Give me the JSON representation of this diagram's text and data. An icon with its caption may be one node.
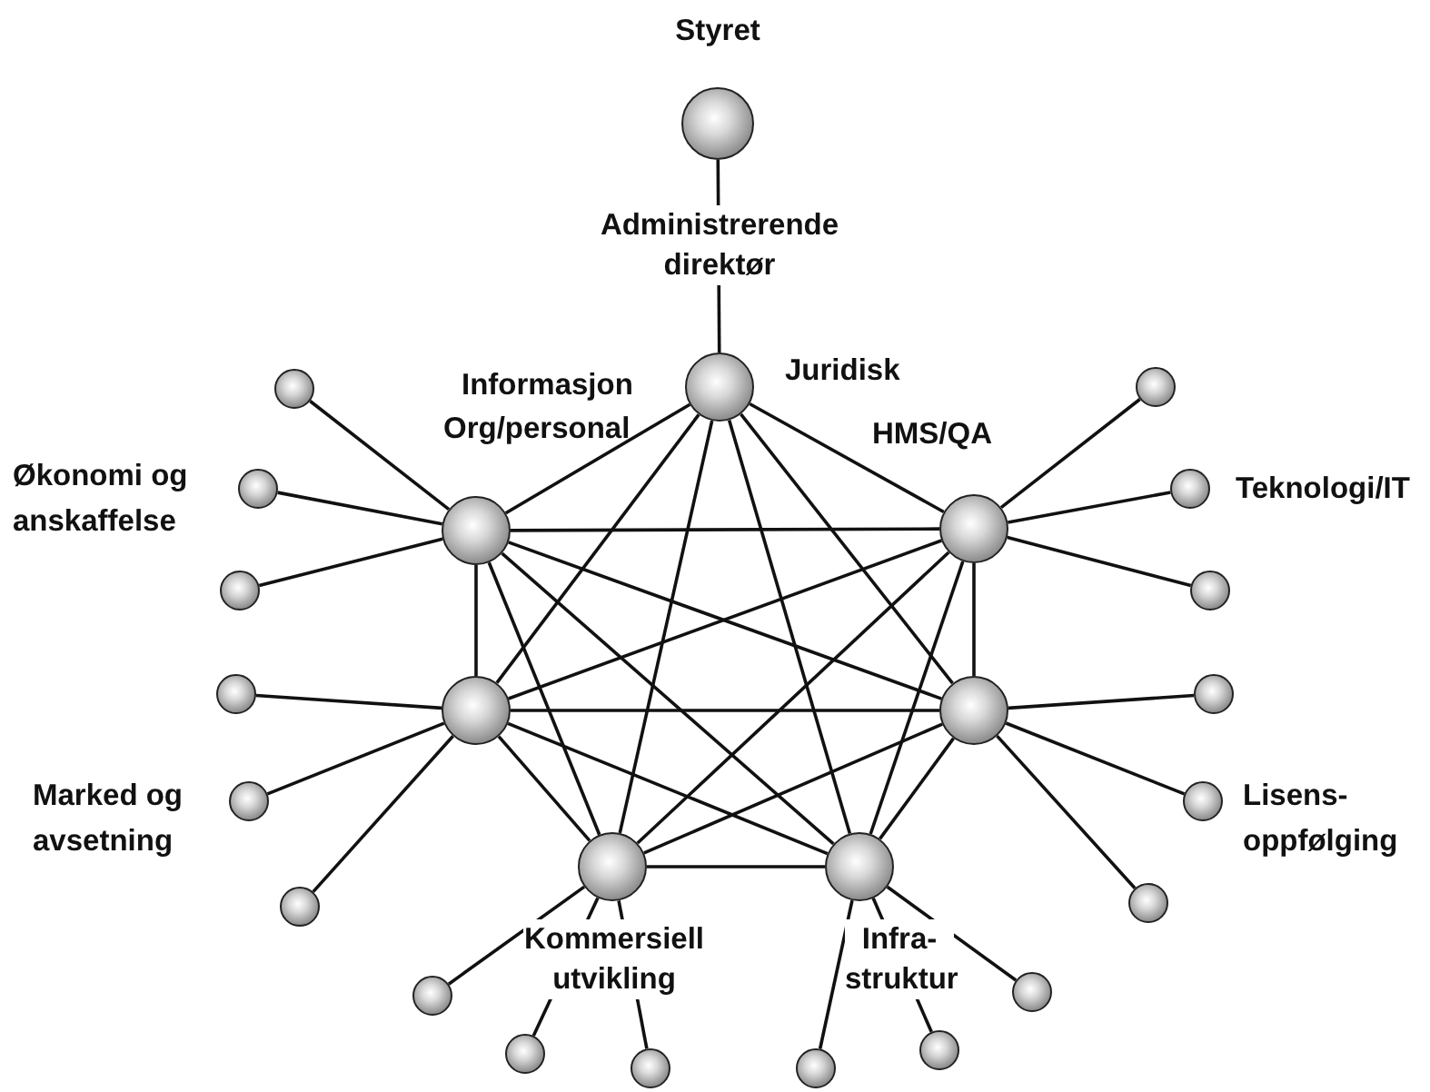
{
  "diagram": {
    "nodes": [
      {
        "text": [],
        "shape": "circle",
        "beside": [
          "Styret"
        ]
      },
      {
        "text": [],
        "shape": "circle",
        "beside": [
          "Administrerende direktør"
        ]
      },
      {
        "text": [],
        "shape": "circle"
      },
      {
        "text": [],
        "shape": "circle"
      },
      {
        "text": [],
        "shape": "circle"
      },
      {
        "text": [],
        "shape": "circle"
      },
      {
        "text": [],
        "shape": "circle",
        "beside": [
          "Kommersiell utvikling"
        ]
      },
      {
        "text": [],
        "shape": "circle",
        "beside": [
          "Infra- struktur"
        ]
      },
      {
        "text": [],
        "shape": "circle"
      },
      {
        "text": [],
        "shape": "circle"
      },
      {
        "text": [],
        "shape": "circle"
      },
      {
        "text": [],
        "shape": "circle"
      },
      {
        "text": [],
        "shape": "circle"
      },
      {
        "text": [],
        "shape": "circle"
      },
      {
        "text": [],
        "shape": "circle"
      },
      {
        "text": [],
        "shape": "circle"
      },
      {
        "text": [],
        "shape": "circle"
      },
      {
        "text": [],
        "shape": "circle"
      },
      {
        "text": [],
        "shape": "circle"
      },
      {
        "text": [],
        "shape": "circle"
      },
      {
        "text": [],
        "shape": "circle"
      },
      {
        "text": [],
        "shape": "circle"
      },
      {
        "text": [],
        "shape": "circle"
      },
      {
        "text": [],
        "shape": "circle"
      },
      {
        "text": [],
        "shape": "circle"
      },
      {
        "text": [],
        "shape": "circle"
      }
    ],
    "edges": [
      {
        "from": 0,
        "to": 1,
        "arrow": "none"
      },
      {
        "from": 1,
        "to": 2,
        "arrow": "none"
      },
      {
        "from": 1,
        "to": 3,
        "arrow": "none"
      },
      {
        "from": 1,
        "to": 4,
        "arrow": "none"
      },
      {
        "from": 1,
        "to": 5,
        "arrow": "none"
      },
      {
        "from": 1,
        "to": 6,
        "arrow": "none"
      },
      {
        "from": 1,
        "to": 7,
        "arrow": "none"
      },
      {
        "from": 2,
        "to": 3,
        "arrow": "none"
      },
      {
        "from": 2,
        "to": 4,
        "arrow": "none"
      },
      {
        "from": 2,
        "to": 5,
        "arrow": "none"
      },
      {
        "from": 2,
        "to": 6,
        "arrow": "none"
      },
      {
        "from": 2,
        "to": 7,
        "arrow": "none"
      },
      {
        "from": 3,
        "to": 4,
        "arrow": "none"
      },
      {
        "from": 3,
        "to": 5,
        "arrow": "none"
      },
      {
        "from": 3,
        "to": 6,
        "arrow": "none"
      },
      {
        "from": 3,
        "to": 7,
        "arrow": "none"
      },
      {
        "from": 4,
        "to": 5,
        "arrow": "none"
      },
      {
        "from": 4,
        "to": 6,
        "arrow": "none"
      },
      {
        "from": 4,
        "to": 7,
        "arrow": "none"
      },
      {
        "from": 5,
        "to": 6,
        "arrow": "none"
      },
      {
        "from": 5,
        "to": 7,
        "arrow": "none"
      },
      {
        "from": 6,
        "to": 7,
        "arrow": "none"
      },
      {
        "from": 2,
        "to": 8,
        "arrow": "none"
      },
      {
        "from": 2,
        "to": 9,
        "arrow": "none"
      },
      {
        "from": 2,
        "to": 10,
        "arrow": "none"
      },
      {
        "from": 3,
        "to": 11,
        "arrow": "none"
      },
      {
        "from": 3,
        "to": 12,
        "arrow": "none"
      },
      {
        "from": 3,
        "to": 13,
        "arrow": "none"
      },
      {
        "from": 4,
        "to": 14,
        "arrow": "none"
      },
      {
        "from": 4,
        "to": 15,
        "arrow": "none"
      },
      {
        "from": 4,
        "to": 16,
        "arrow": "none"
      },
      {
        "from": 5,
        "to": 17,
        "arrow": "none"
      },
      {
        "from": 5,
        "to": 18,
        "arrow": "none"
      },
      {
        "from": 5,
        "to": 19,
        "arrow": "none"
      },
      {
        "from": 6,
        "to": 20,
        "arrow": "none"
      },
      {
        "from": 6,
        "to": 21,
        "arrow": "none"
      },
      {
        "from": 6,
        "to": 22,
        "arrow": "none"
      },
      {
        "from": 7,
        "to": 23,
        "arrow": "none"
      },
      {
        "from": 7,
        "to": 24,
        "arrow": "none"
      },
      {
        "from": 7,
        "to": 25,
        "arrow": "none"
      }
    ],
    "labels": [
      "Informasjon",
      "Juridisk",
      "Org/personal",
      "HMS/QA",
      "Økonomi og anskaffelse",
      "Teknologi/IT",
      "Marked og avsetning",
      "Lisens- oppfølging"
    ]
  }
}
